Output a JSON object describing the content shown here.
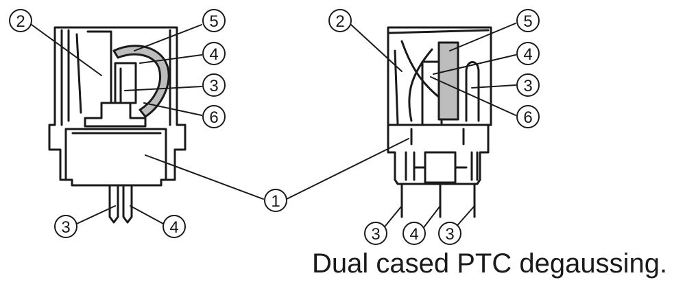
{
  "caption": "Dual cased PTC degaussing.",
  "colors": {
    "line": "#1a1a1a",
    "ptc_fill": "#bdbdbd",
    "background": "#ffffff"
  },
  "left_device": {
    "callouts": [
      "2",
      "5",
      "4",
      "3",
      "6",
      "1",
      "3",
      "4"
    ]
  },
  "right_device": {
    "callouts": [
      "2",
      "5",
      "4",
      "3",
      "6",
      "3",
      "4",
      "3"
    ]
  }
}
